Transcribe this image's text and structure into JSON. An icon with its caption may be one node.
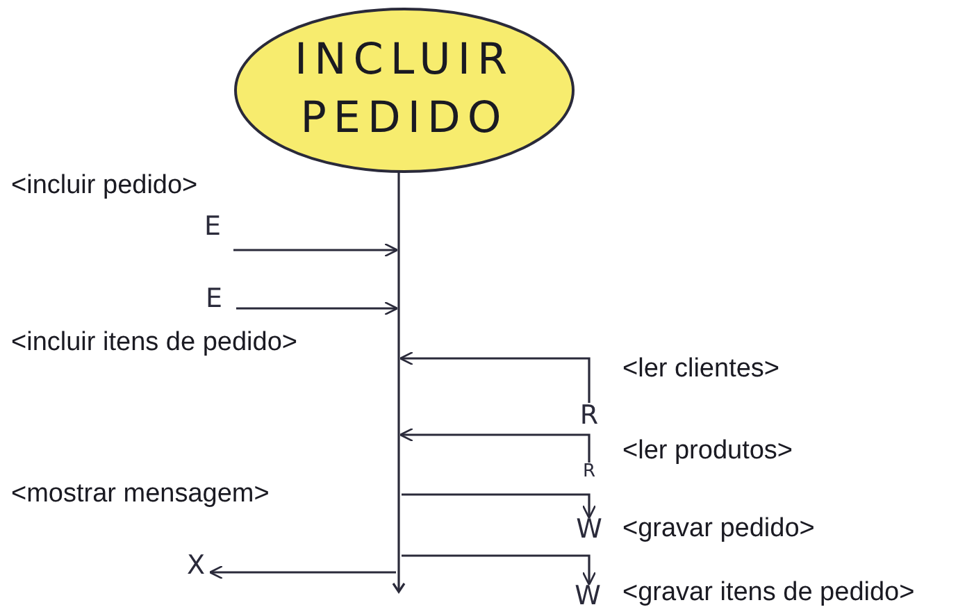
{
  "diagram": {
    "nodes": [
      {
        "text": [
          "INCLUIR PEDIDO"
        ]
      },
      {
        "text": [],
        "shape": "bar"
      },
      {
        "text": [
          "E"
        ],
        "beside": [
          "<incluir pedido>"
        ]
      },
      {
        "text": [
          "E"
        ],
        "beside": [
          "<incluir itens de pedido>"
        ]
      },
      {
        "text": [
          "R"
        ],
        "beside": [
          "<ler clientes>"
        ]
      },
      {
        "text": [
          "R"
        ],
        "beside": [
          "<ler produtos>"
        ]
      },
      {
        "text": [
          "W"
        ],
        "beside": [
          "<gravar pedido>"
        ]
      },
      {
        "text": [
          "W"
        ],
        "beside": [
          "<gravar itens de pedido>"
        ]
      },
      {
        "text": [
          "X"
        ],
        "beside": [
          "<mostrar mensagem>"
        ]
      }
    ],
    "edges": [
      {
        "from": 2,
        "to": 1,
        "arrow": "to"
      },
      {
        "from": 3,
        "to": 1,
        "arrow": "to"
      },
      {
        "from": 4,
        "to": 1,
        "arrow": "to"
      },
      {
        "from": 5,
        "to": 1,
        "arrow": "to"
      },
      {
        "from": 1,
        "to": 6,
        "arrow": "to"
      },
      {
        "from": 1,
        "to": 7,
        "arrow": "to"
      },
      {
        "from": 1,
        "to": 8,
        "arrow": "to"
      }
    ]
  }
}
